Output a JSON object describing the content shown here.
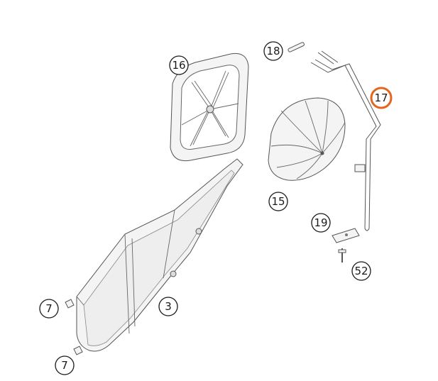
{
  "diagram": {
    "highlight_color": "#e2661c",
    "callouts": {
      "c16": "16",
      "c18": "18",
      "c17": "17",
      "c15": "15",
      "c19": "19",
      "c52": "52",
      "c3": "3",
      "c7a": "7",
      "c7b": "7"
    },
    "highlighted": "17"
  }
}
